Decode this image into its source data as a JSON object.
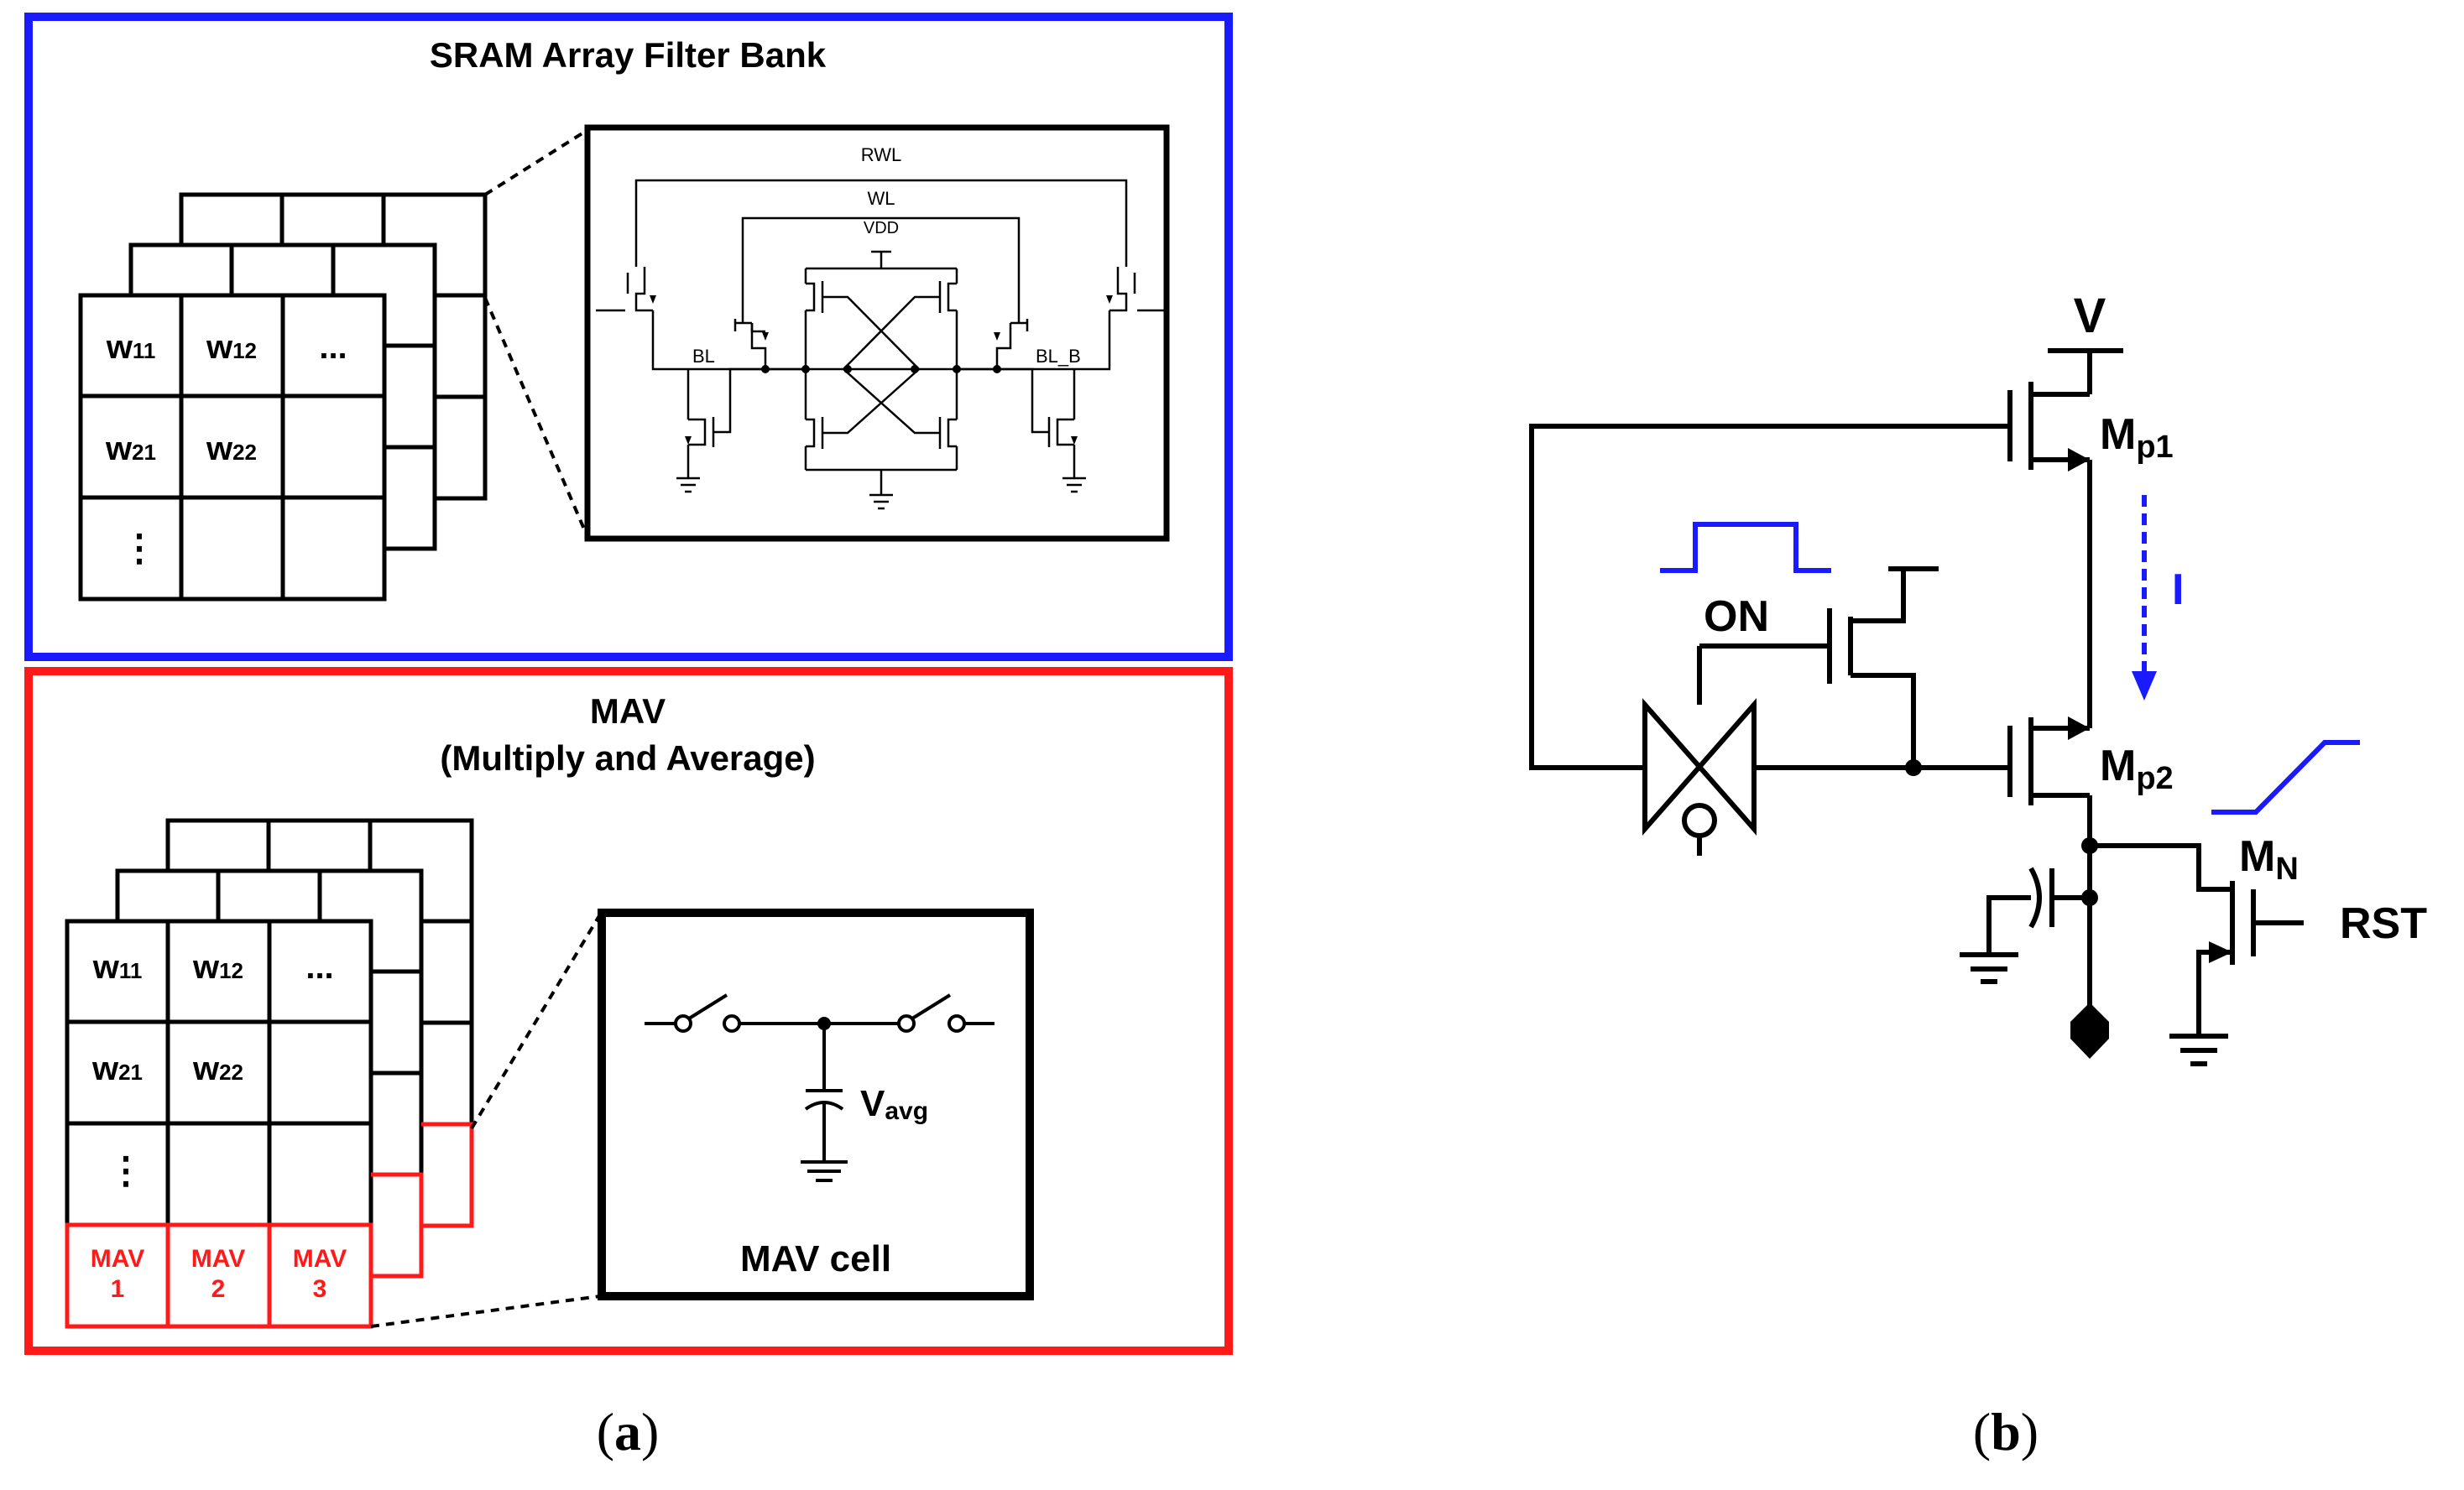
{
  "panel_a": {
    "caption_open": "(",
    "caption_letter": "a",
    "caption_close": ")",
    "sram_box": {
      "title": "SRAM Array Filter Bank",
      "border_color": "#1a1aff",
      "grid": [
        [
          "w11",
          "w12",
          "..."
        ],
        [
          "w21",
          "w22",
          ""
        ],
        [
          "⋮",
          "",
          ""
        ]
      ],
      "grid_cells": [
        {
          "main": "w",
          "sub": "11"
        },
        {
          "main": "w",
          "sub": "12"
        },
        {
          "main": "...",
          "sub": ""
        },
        {
          "main": "w",
          "sub": "21"
        },
        {
          "main": "w",
          "sub": "22"
        },
        {
          "main": "⋮",
          "sub": ""
        }
      ],
      "cell_labels": {
        "rwl": "RWL",
        "wl": "WL",
        "vdd": "VDD",
        "bl": "BL",
        "bl_b": "BL_B"
      }
    },
    "mav_box": {
      "title_line1": "MAV",
      "title_line2": "(Multiply and Average)",
      "border_color": "#ff1a1a",
      "grid_cells": [
        {
          "main": "w",
          "sub": "11"
        },
        {
          "main": "w",
          "sub": "12"
        },
        {
          "main": "...",
          "sub": ""
        },
        {
          "main": "w",
          "sub": "21"
        },
        {
          "main": "w",
          "sub": "22"
        },
        {
          "main": "⋮",
          "sub": ""
        }
      ],
      "mav_row": [
        {
          "line1": "MAV",
          "line2": "1"
        },
        {
          "line1": "MAV",
          "line2": "2"
        },
        {
          "line1": "MAV",
          "line2": "3"
        }
      ],
      "cell_caption": "MAV cell",
      "vavg_main": "V",
      "vavg_sub": "avg"
    }
  },
  "panel_b": {
    "caption_open": "(",
    "caption_letter": "b",
    "caption_close": ")",
    "labels": {
      "v": "V",
      "mp1_main": "M",
      "mp1_sub": "p1",
      "mp2_main": "M",
      "mp2_sub": "p2",
      "mn_main": "M",
      "mn_sub": "N",
      "on": "ON",
      "current": "I",
      "rst": "RST"
    },
    "accent_color": "#1a1aff"
  }
}
